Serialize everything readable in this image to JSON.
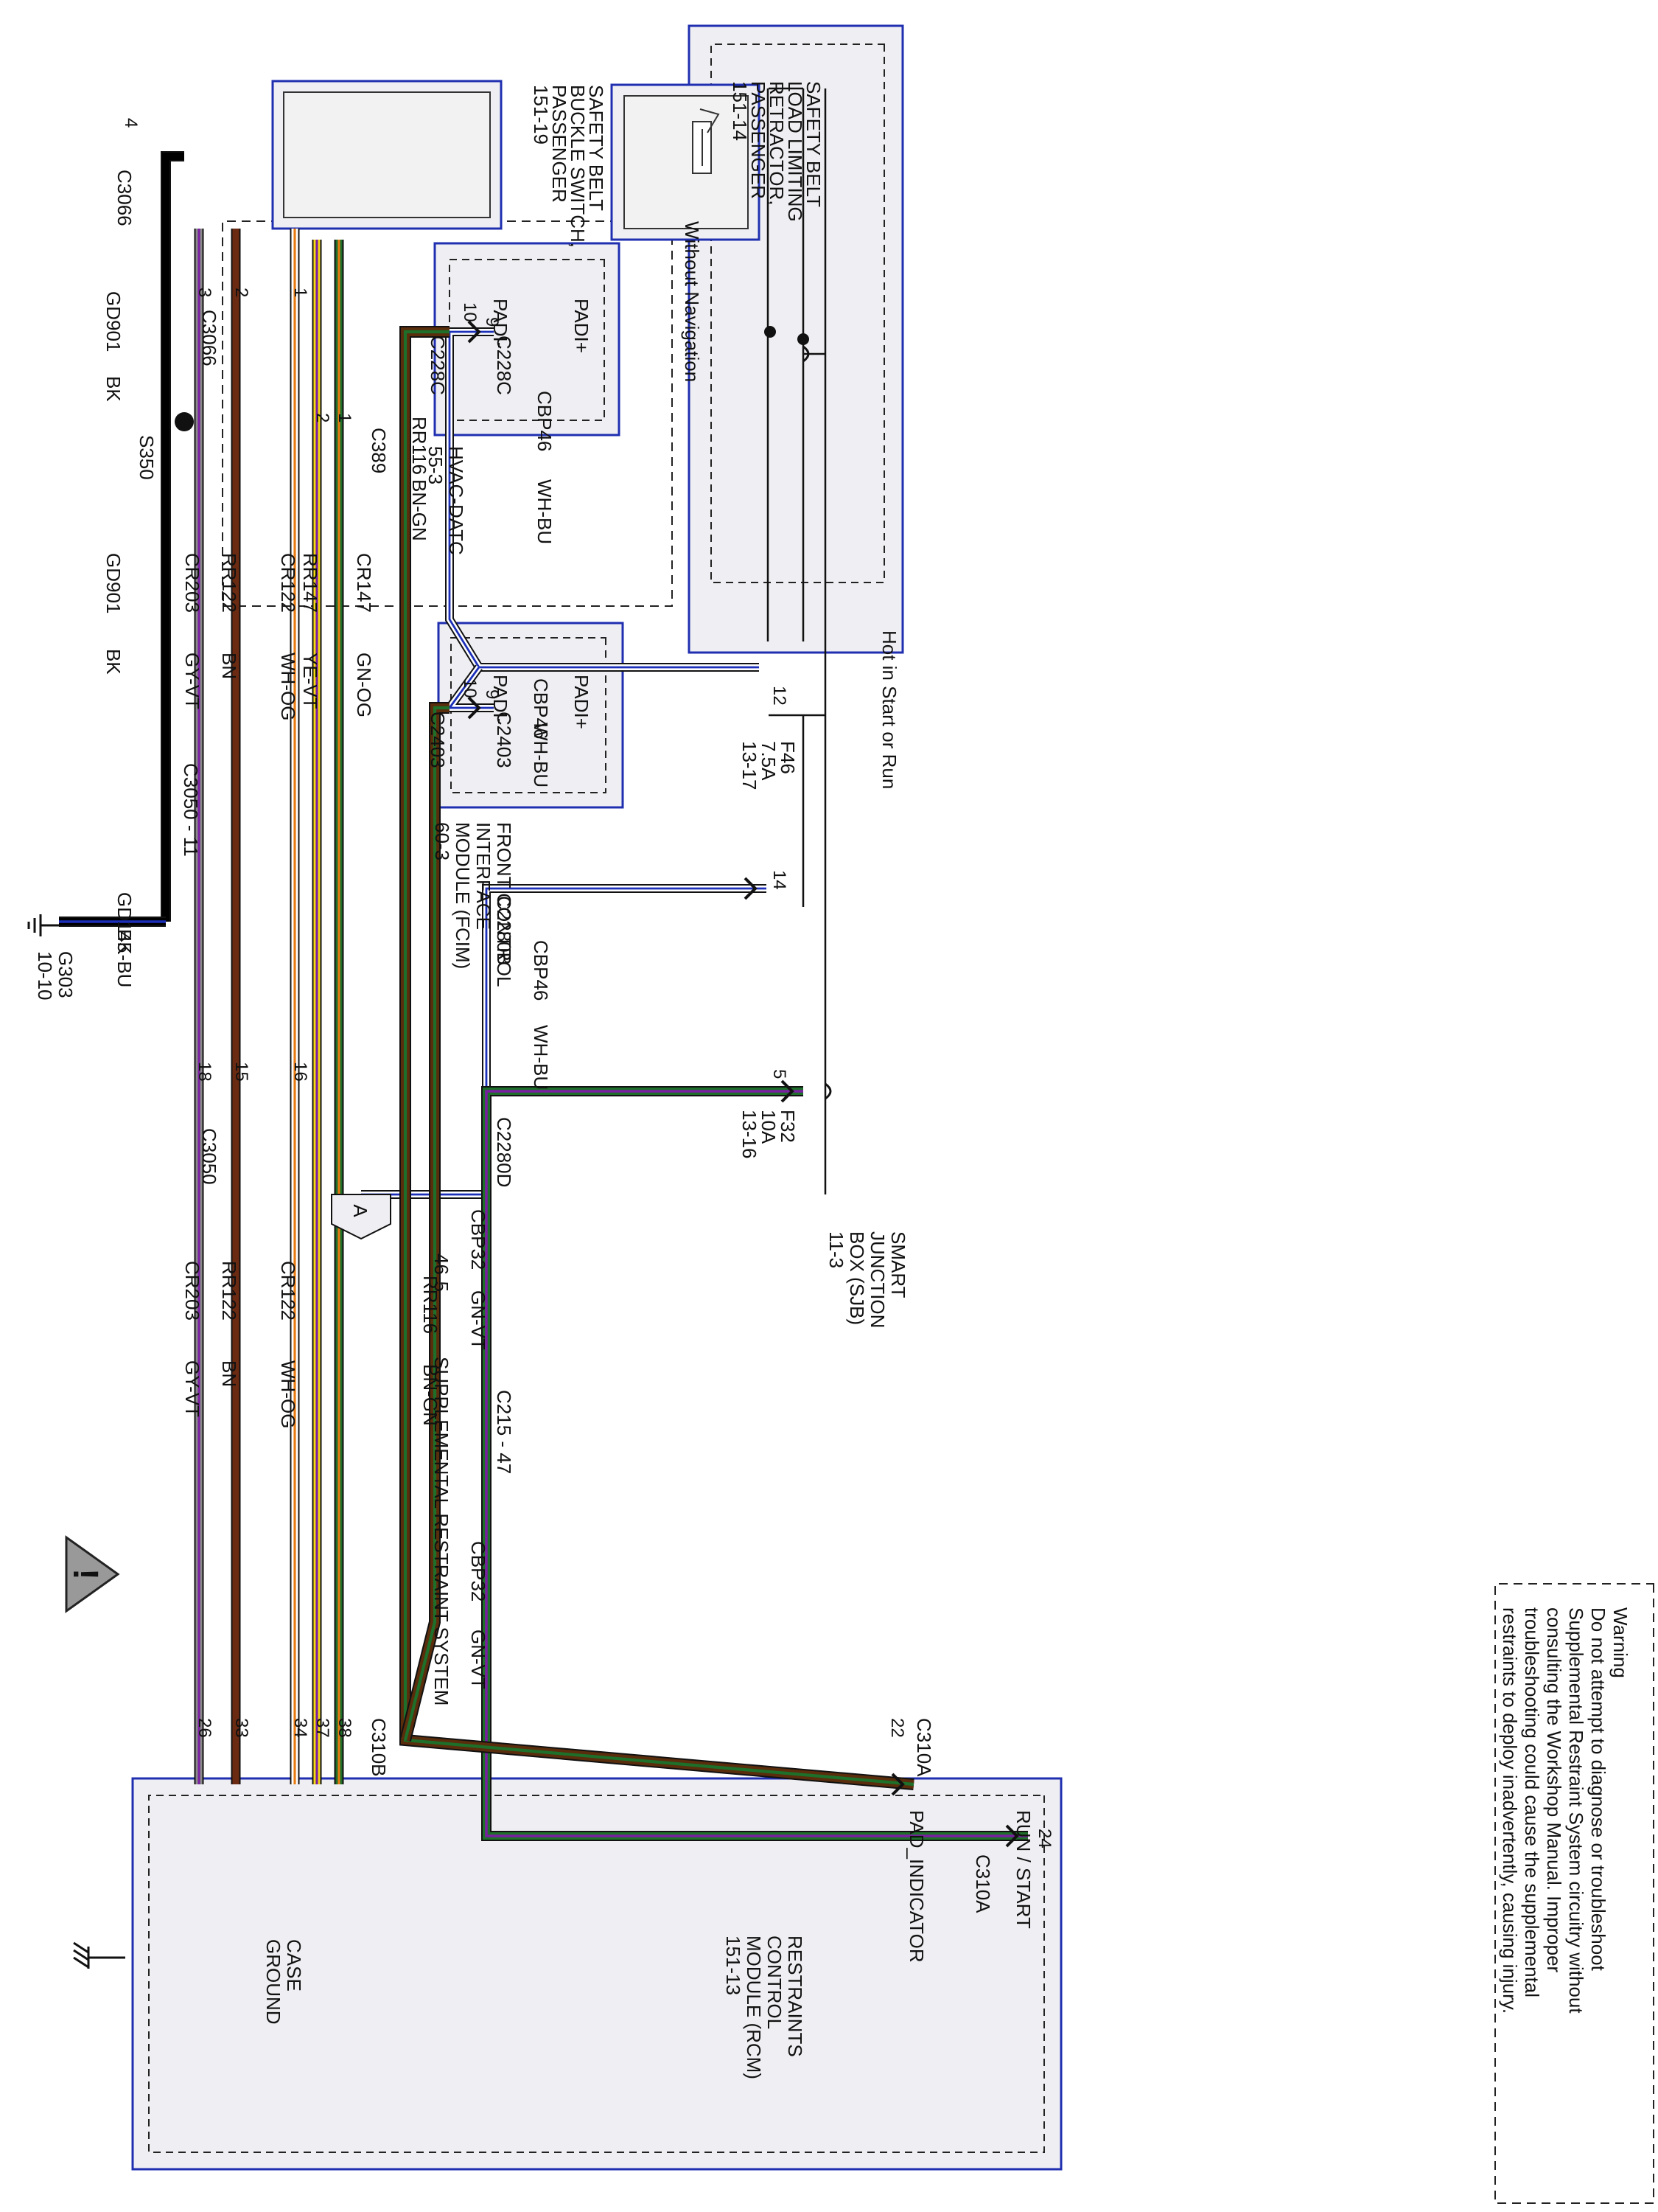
{
  "hot_label": "Hot in Start or Run",
  "without_navigation": "Without Navigation",
  "warning": {
    "title": "Warning",
    "lines": [
      "Do not attempt to diagnose or troubleshoot",
      "Supplemental Restraint System circuitry without",
      "consulting the Workshop Manual. Improper",
      "troubleshooting could cause the supplemental",
      "restraints to deploy inadvertently, causing injury."
    ]
  },
  "modules": {
    "sjb": [
      "SMART",
      "JUNCTION",
      "BOX (SJB)",
      "11-3"
    ],
    "hvac": [
      "HVAC-DATC",
      "55-3"
    ],
    "fcim": [
      "FRONT CONTROL",
      "INTERFACE",
      "MODULE (FCIM)",
      "60-3"
    ],
    "rcm": [
      "RESTRAINTS",
      "CONTROL",
      "MODULE (RCM)",
      "151-13"
    ],
    "retractor": [
      "SAFETY BELT",
      "LOAD LIMITING",
      "RETRACTOR,",
      "PASSENGER",
      "151-14"
    ],
    "buckle": [
      "SAFETY BELT",
      "BUCKLE SWITCH,",
      "PASSENGER",
      "151-19"
    ]
  },
  "fuses": {
    "f46": [
      "F46",
      "7.5A",
      "13-17"
    ],
    "f32": [
      "F32",
      "10A",
      "13-16"
    ]
  },
  "pads": {
    "plus": "PADI+",
    "minus": "PADI-"
  },
  "rcm_pins": {
    "run_start": "RUN / START",
    "pad_indicator": "PAD_INDICATOR",
    "case_ground": [
      "CASE",
      "GROUND"
    ]
  },
  "connectors": {
    "c228c": "C228C",
    "c2403": "C2403",
    "c2280b": "C2280B",
    "c2280d": "C2280D",
    "c215": "C215 - 47",
    "c310a": "C310A",
    "c310b": "C310B",
    "c389": "C389",
    "c3066": "C3066",
    "c3050": "C3050",
    "c3050_11": "C3050 - 11"
  },
  "pins": {
    "p9": "9",
    "p10": "10",
    "p12": "12",
    "p14": "14",
    "p5": "5",
    "p24": "24",
    "p22": "22",
    "p1": "1",
    "p2": "2",
    "p3": "3",
    "p4": "4",
    "p15": "15",
    "p16": "16",
    "p18": "18",
    "p26": "26",
    "p33": "33",
    "p34": "34",
    "p37": "37",
    "p38": "38"
  },
  "wires": {
    "cbp46": "CBP46",
    "wh_bu": "WH-BU",
    "cbp32": "CBP32",
    "gn_vt": "GN-VT",
    "rr116": "RR116",
    "bn_gn": "BN-GN",
    "cr147": "CR147",
    "gn_og": "GN-OG",
    "rr147": "RR147",
    "ye_vt": "YE-VT",
    "cr122": "CR122",
    "wh_og": "WH-OG",
    "rr122": "RR122",
    "bn": "BN",
    "cr203": "CR203",
    "gy_vt": "GY-VT",
    "gd901": "GD901",
    "bk": "BK",
    "gd145": "GD145",
    "bk_bu": "BK-BU"
  },
  "splice": "S350",
  "ground": [
    "G303",
    "10-10"
  ],
  "offpage": {
    "letter": "A",
    "ref": "46-5",
    "system": "SUPPLEMENTAL RESTRAINT SYSTEM"
  },
  "colors": {
    "wh_bu": [
      "#ffffff",
      "#1b2fb8"
    ],
    "gn_vt": [
      "#1d6f2a",
      "#7b1fa2"
    ],
    "bn_gn": [
      "#5a2d0c",
      "#1d6f2a"
    ],
    "gn_og": [
      "#1d6f2a",
      "#e87a12"
    ],
    "ye_vt": [
      "#f5dc12",
      "#7b1fa2"
    ],
    "wh_og": [
      "#ffffff",
      "#e87a12"
    ],
    "bn": [
      "#6b2a12",
      "#6b2a12"
    ],
    "gy_vt": [
      "#8a8a8a",
      "#7b1fa2"
    ],
    "bk": [
      "#000000",
      "#000000"
    ],
    "bk_bu": [
      "#000000",
      "#1b2fb8"
    ],
    "module_outline": "#1f2fb0"
  }
}
